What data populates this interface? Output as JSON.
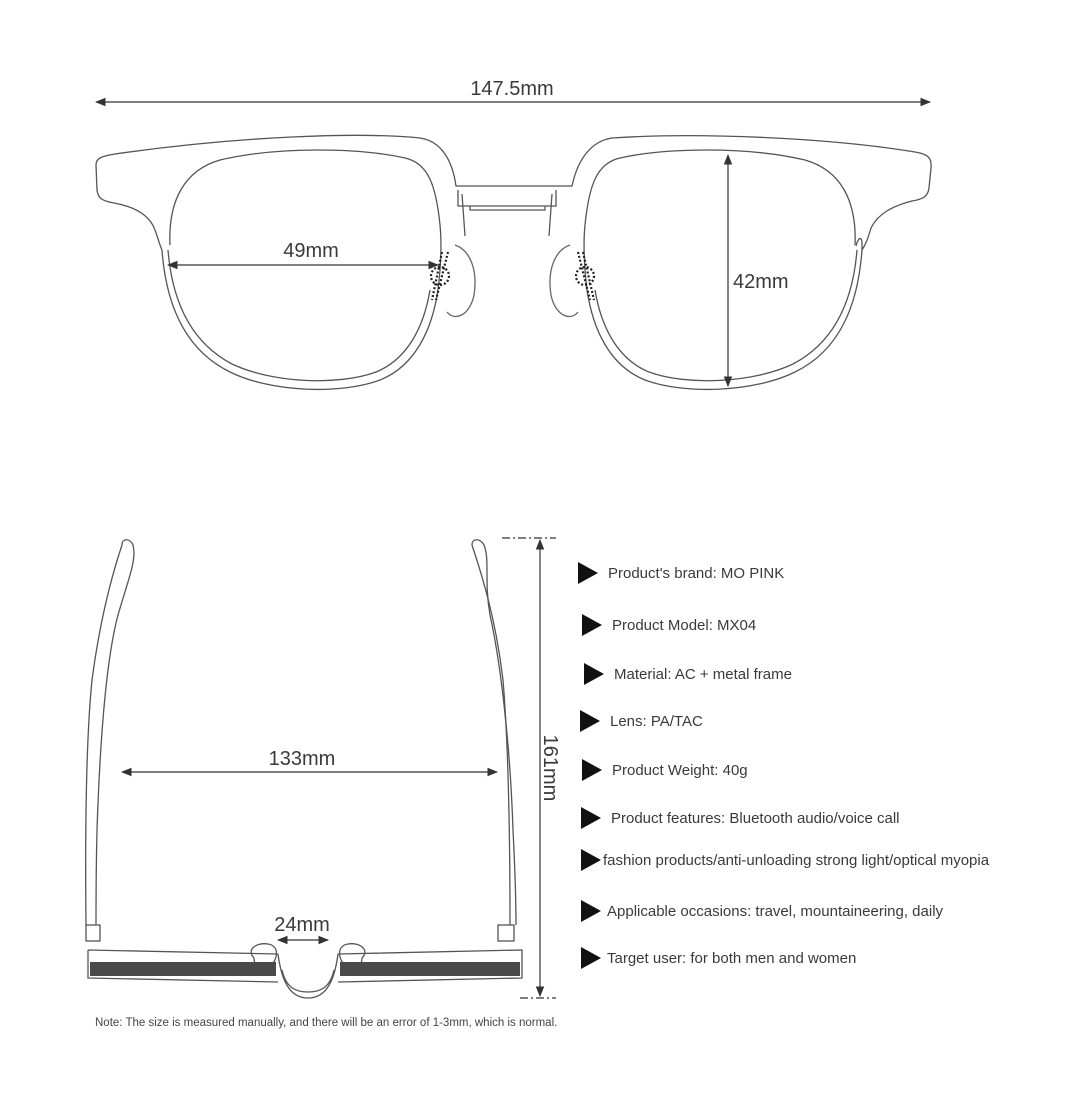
{
  "dimensions": {
    "total_width": "147.5mm",
    "lens_width": "49mm",
    "lens_height": "42mm",
    "temple_span": "133mm",
    "bridge": "24mm",
    "temple_length": "161mm"
  },
  "specs": [
    {
      "text": "Product's brand: MO PINK"
    },
    {
      "text": "Product Model: MX04"
    },
    {
      "text": "Material: AC + metal frame"
    },
    {
      "text": "Lens: PA/TAC"
    },
    {
      "text": "Product Weight: 40g"
    },
    {
      "text": "Product features: Bluetooth audio/voice call"
    },
    {
      "text": "fashion products/anti-unloading strong light/optical myopia"
    },
    {
      "text": "Applicable occasions: travel, mountaineering, daily"
    },
    {
      "text": "Target user: for both men and women"
    }
  ],
  "note": "Note: The size is measured manually, and there will be an error of 1-3mm, which is normal.",
  "icons": {
    "spec_bullet": "play-triangle-icon"
  }
}
